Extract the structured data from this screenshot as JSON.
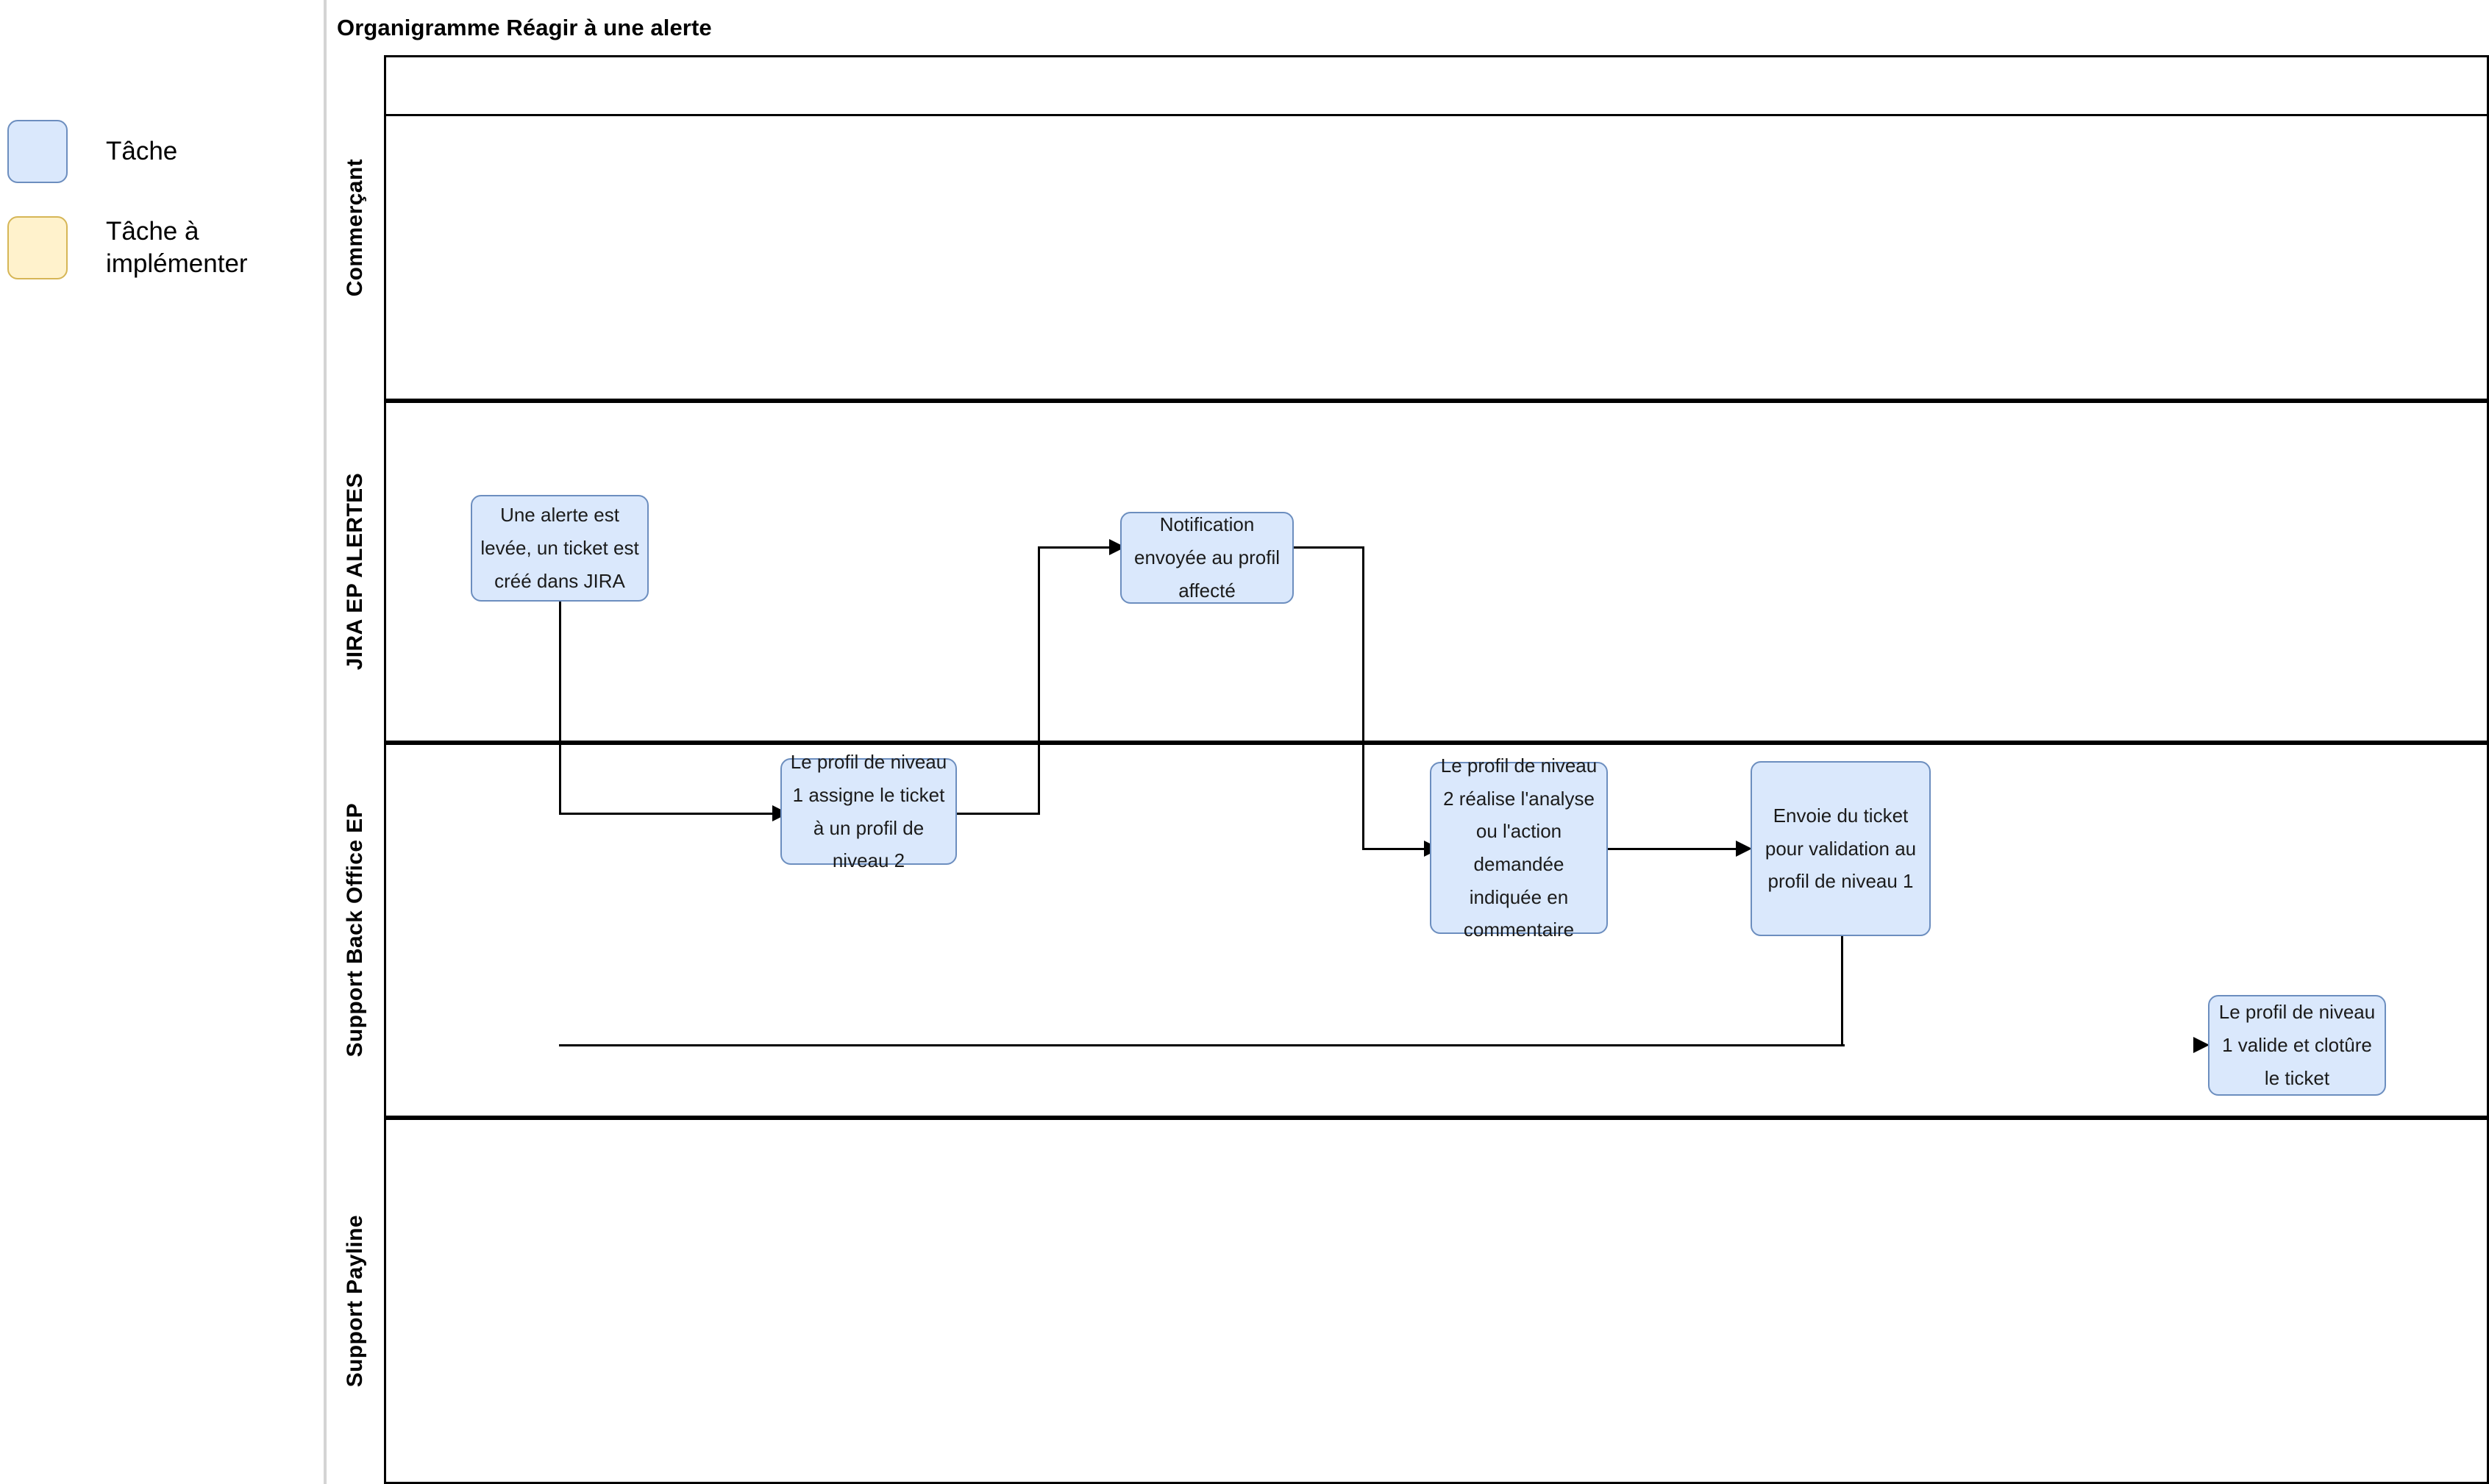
{
  "legend": {
    "items": [
      {
        "name": "tache",
        "label": "Tâche",
        "fill": "#dae8fc",
        "stroke": "#6c8ebf"
      },
      {
        "name": "tache-a-implementer",
        "label": "Tâche à\nimplémenter",
        "fill": "#fff2cc",
        "stroke": "#d6b656"
      }
    ]
  },
  "pool": {
    "title": "Organigramme Réagir à une alerte",
    "lanes": [
      {
        "name": "commercant",
        "label": "Commerçant"
      },
      {
        "name": "jira-ep-alertes",
        "label": "JIRA EP ALERTES"
      },
      {
        "name": "support-back-office-ep",
        "label": "Support Back Office EP"
      },
      {
        "name": "support-payline",
        "label": "Support Payline"
      }
    ]
  },
  "nodes": [
    {
      "id": "alerte-levee",
      "lane": "jira-ep-alertes",
      "text": "Une alerte est levée, un ticket est créé dans JIRA"
    },
    {
      "id": "notification",
      "lane": "jira-ep-alertes",
      "text": "Notification envoyée au profil affecté"
    },
    {
      "id": "assigne-niveau-2",
      "lane": "support-back-office-ep",
      "text": "Le profil de niveau 1 assigne le ticket à un profil de niveau 2"
    },
    {
      "id": "analyse-niveau-2",
      "lane": "support-back-office-ep",
      "text": "Le profil de niveau 2 réalise l'analyse ou l'action demandée indiquée en commentaire"
    },
    {
      "id": "envoie-validation",
      "lane": "support-back-office-ep",
      "text": "Envoie du ticket pour validation au profil de niveau 1"
    },
    {
      "id": "valide-cloture",
      "lane": "support-back-office-ep",
      "text": "Le profil de niveau 1 valide et clotûre le ticket"
    }
  ],
  "edges": [
    {
      "from": "alerte-levee",
      "to": "assigne-niveau-2"
    },
    {
      "from": "assigne-niveau-2",
      "to": "notification"
    },
    {
      "from": "notification",
      "to": "analyse-niveau-2"
    },
    {
      "from": "analyse-niveau-2",
      "to": "envoie-validation"
    },
    {
      "from": "envoie-validation",
      "to": "valide-cloture"
    }
  ]
}
